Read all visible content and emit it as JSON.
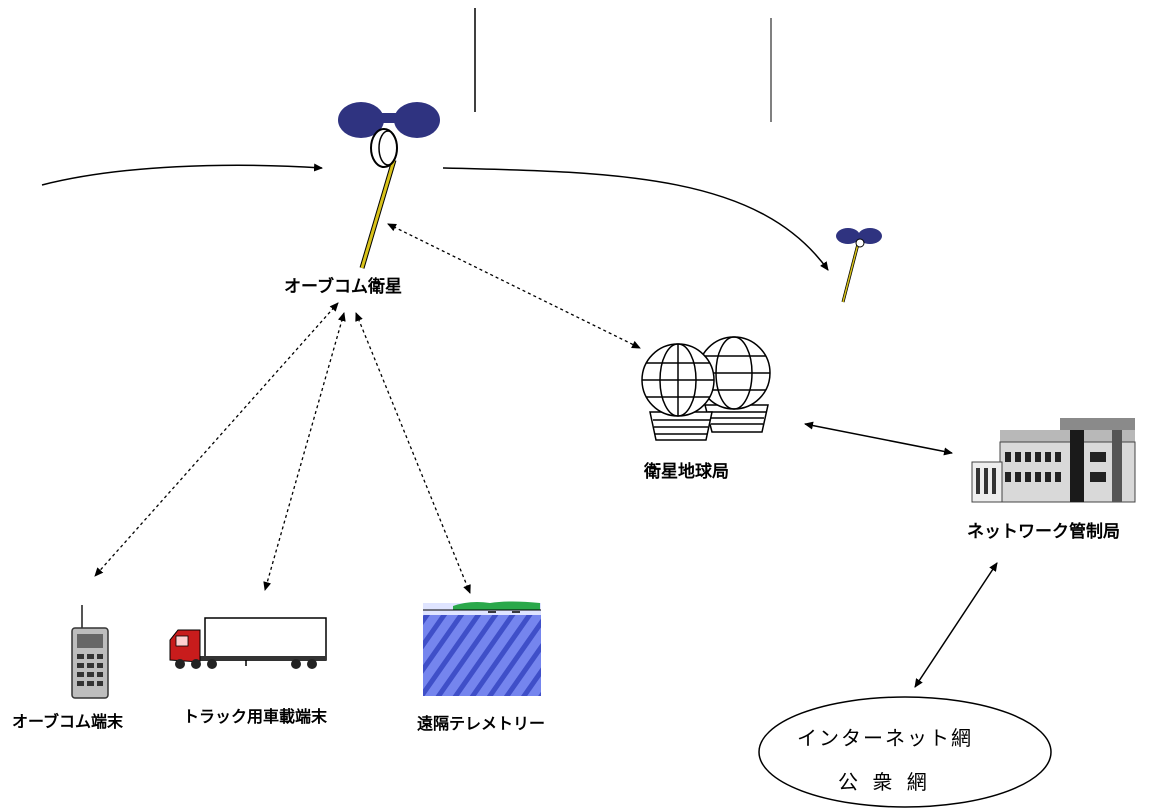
{
  "labels": {
    "orbcomm_satellite": "オーブコム衛星",
    "satellite_earth_station": "衛星地球局",
    "network_control_center": "ネットワーク管制局",
    "orbcomm_terminal": "オーブコム端末",
    "truck_terminal": "トラック用車載端末",
    "remote_telemetry": "遠隔テレメトリー",
    "internet": "インターネット網",
    "public_network": "公 衆 網"
  },
  "colors": {
    "satellite_panel": "#2f3380",
    "satellite_boom": "#d8c21a",
    "truck_cab": "#c81c1c",
    "telemetry_water": "#6f7fe8",
    "telemetry_land": "#2aa84a",
    "line": "#000000"
  },
  "icons": [
    "satellite-icon",
    "earth-station-icon",
    "building-icon",
    "handheld-terminal-icon",
    "truck-icon",
    "telemetry-icon"
  ]
}
